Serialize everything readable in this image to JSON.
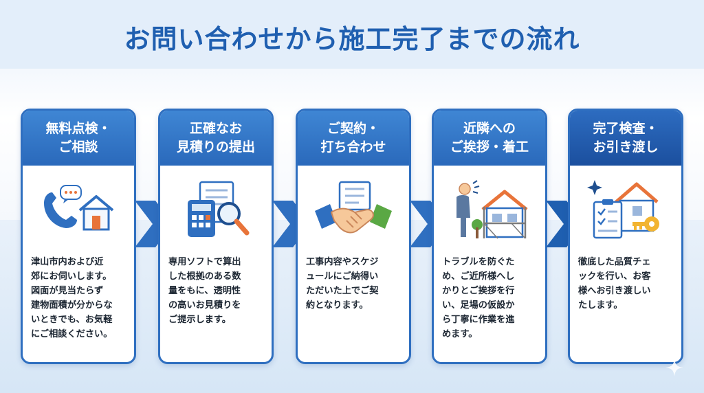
{
  "title": "お問い合わせから施工完了までの流れ",
  "steps": [
    {
      "heading_lines": [
        "無料点検・",
        "ご相談"
      ],
      "icon": "phone-house-icon",
      "body_lines": [
        "津山市内および近",
        "郊にお伺いします。",
        "図面が見当たらず",
        "建物面積が分からな",
        "いときでも、お気軽",
        "にご相談ください。"
      ]
    },
    {
      "heading_lines": [
        "正確なお",
        "見積りの提出"
      ],
      "icon": "calculator-document-icon",
      "body_lines": [
        "専用ソフトで算出",
        "した根拠のある数",
        "量をもに、透明性",
        "の高いお見積りを",
        "ご提示します。"
      ]
    },
    {
      "heading_lines": [
        "ご契約・",
        "打ち合わせ"
      ],
      "icon": "handshake-icon",
      "body_lines": [
        "工事内容やスケジ",
        "ュールにご納得い",
        "ただいた上でご契",
        "約となります。"
      ]
    },
    {
      "heading_lines": [
        "近隣への",
        "ご挨拶・着工"
      ],
      "icon": "bowing-scaffold-house-icon",
      "body_lines": [
        "トラブルを防ぐた",
        "め、ご近所様へし",
        "かりとご挨拶を行",
        "い、足場の仮設か",
        "ら丁寧に作業を進",
        "めます。"
      ]
    },
    {
      "heading_lines": [
        "完了検査・",
        "お引き渡し"
      ],
      "icon": "checklist-house-key-icon",
      "body_lines": [
        "徹底した品質チェ",
        "ックを行い、お客",
        "様へお引き渡しい",
        "たします。"
      ]
    }
  ],
  "colors": {
    "primary": "#2f6fc0",
    "title": "#1f5fb0",
    "accent_orange": "#e8743a",
    "accent_green": "#5aa844"
  }
}
